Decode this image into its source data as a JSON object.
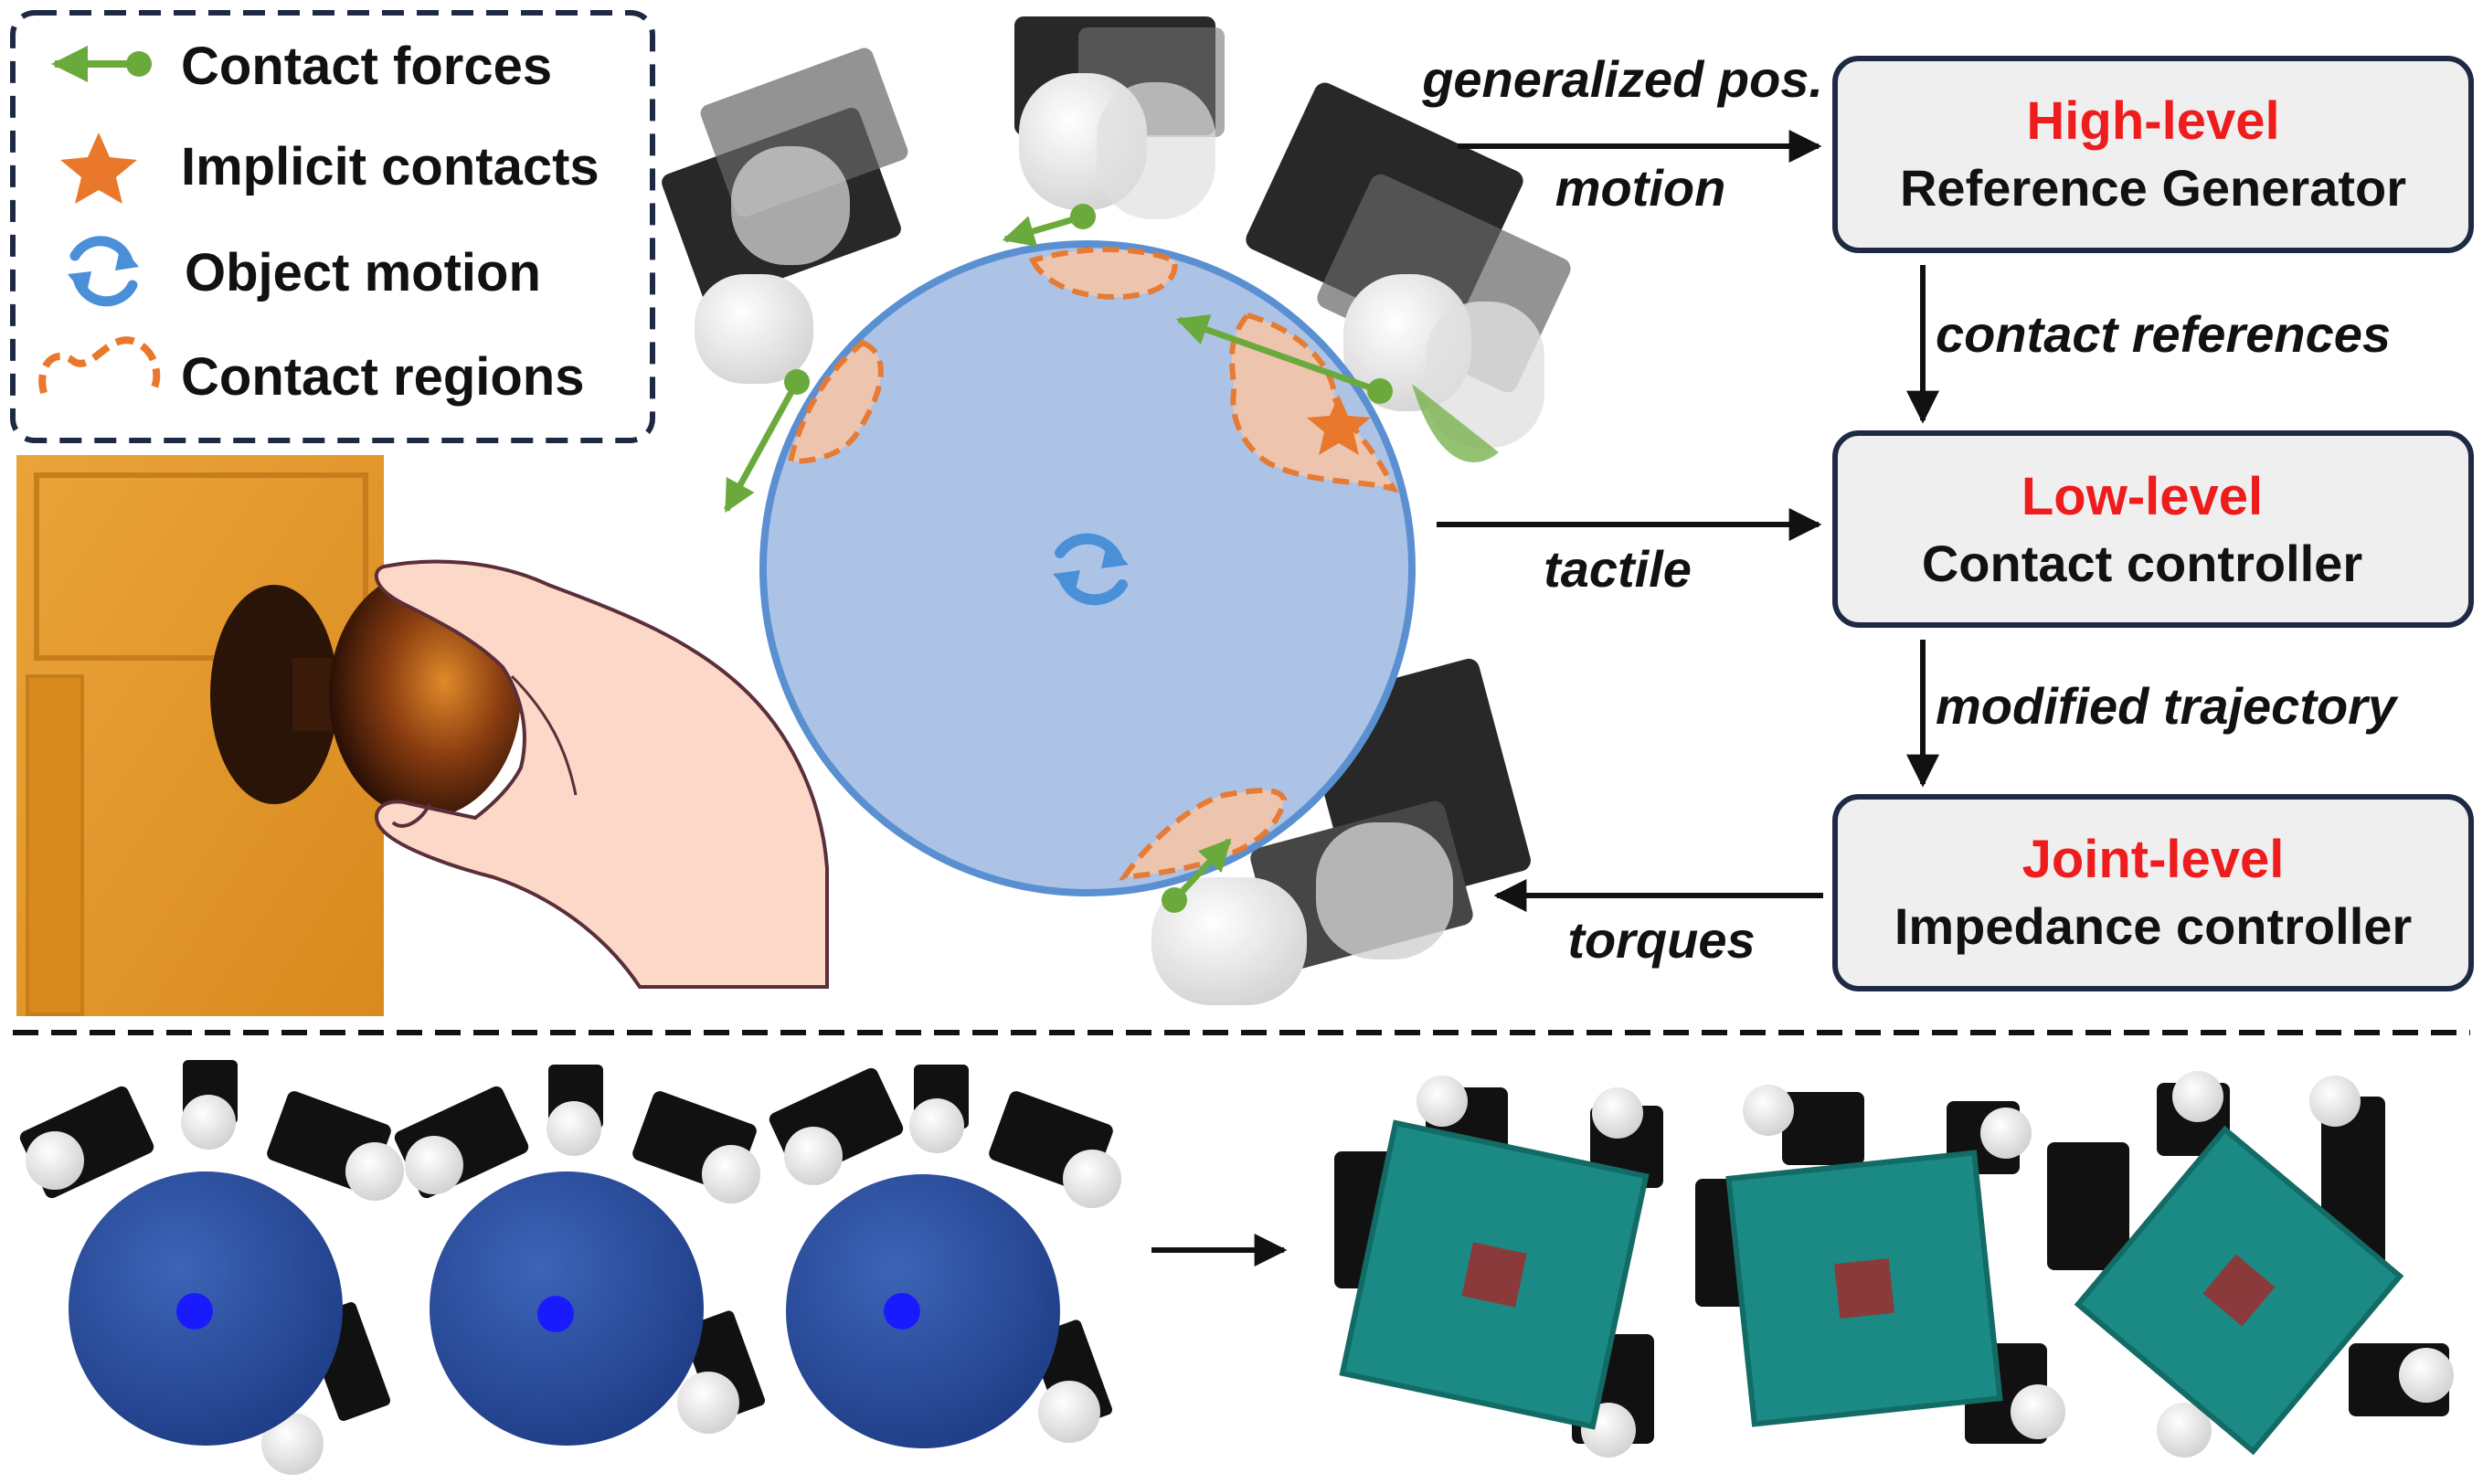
{
  "legend": {
    "items": [
      {
        "label": "Contact forces",
        "icon": "force-arrow-icon"
      },
      {
        "label": "Implicit contacts",
        "icon": "star-icon"
      },
      {
        "label": "Object motion",
        "icon": "rotate-icon"
      },
      {
        "label": "Contact regions",
        "icon": "dashed-region-icon"
      }
    ]
  },
  "controllers": [
    {
      "level": "High-level",
      "name": "Reference Generator"
    },
    {
      "level": "Low-level",
      "name": "Contact controller"
    },
    {
      "level": "Joint-level",
      "name": "Impedance controller"
    }
  ],
  "arrows": {
    "to_high_top": "generalized pos.",
    "to_high_bottom": "motion",
    "high_to_low": "contact references",
    "to_low": "tactile",
    "low_to_joint": "modified trajectory",
    "joint_to_hand": "torques"
  },
  "colors": {
    "title_red": "#ee1c1c",
    "force_green": "#6aaa3c",
    "region_orange": "#e9782c",
    "object_blue": "#adc3e6",
    "object_outline": "#5a8fd2",
    "sphere_blue": "#284a9c",
    "cube_teal": "#1b8a84",
    "cube_center": "#8a3a3a",
    "box_fill": "#efefef",
    "box_border": "#1e2a44"
  }
}
